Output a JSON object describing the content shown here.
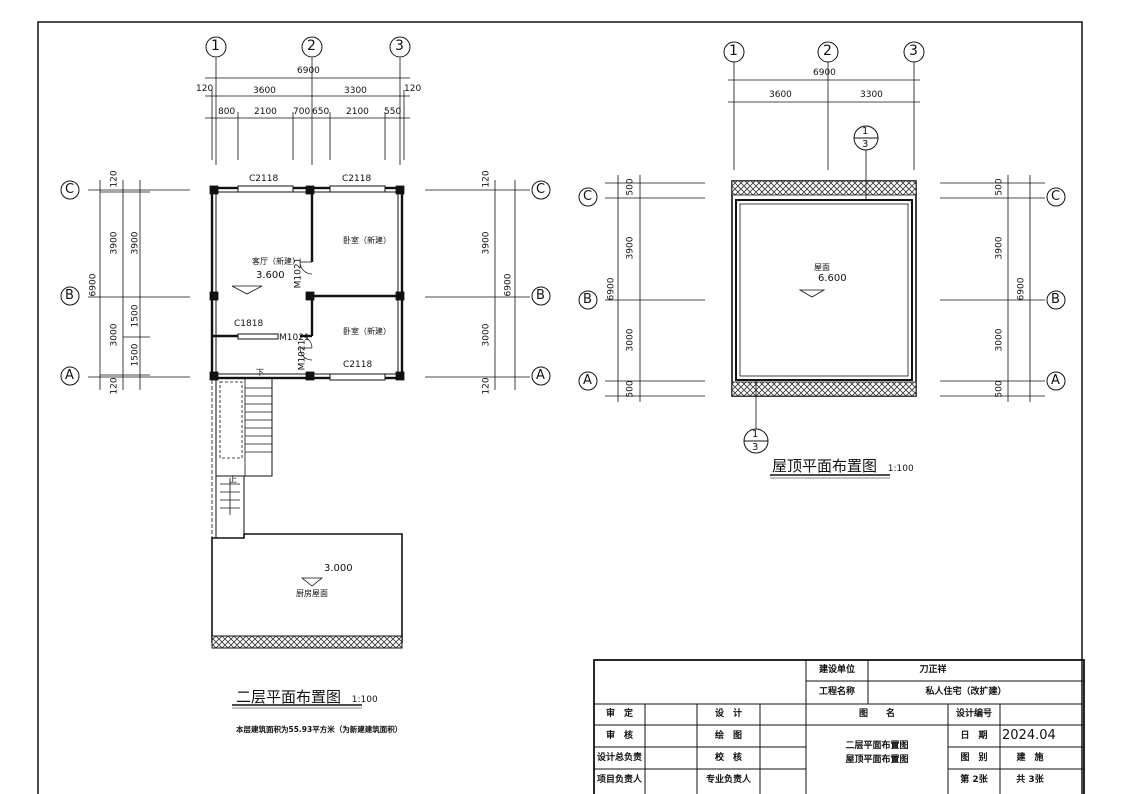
{
  "plan2": {
    "grid_x": [
      "1",
      "2",
      "3"
    ],
    "grid_y": [
      "C",
      "B",
      "A"
    ],
    "dims_total_x": "6900",
    "dims_bays_x": [
      "3600",
      "3300"
    ],
    "dims_edge_x": [
      "120",
      "120"
    ],
    "dims_openings_x": [
      "800",
      "2100",
      "700",
      "650",
      "2100",
      "550"
    ],
    "dims_left_outer": "6900",
    "dims_left_mid": [
      "120",
      "3900",
      "3000",
      "120"
    ],
    "dims_left_inner": [
      "3900",
      "1500",
      "1500"
    ],
    "dims_right_mid": [
      "120",
      "3900",
      "3000",
      "120"
    ],
    "dims_right_outer": "6900",
    "windows": [
      "C2118",
      "C2118",
      "C1818",
      "C2118"
    ],
    "doors": [
      "M1021",
      "M1021",
      "M1021"
    ],
    "rooms": {
      "living": "客厅（新建）",
      "bedroom1": "卧室（新建）",
      "bedroom2": "卧室（新建）",
      "kitchen_roof": "厨房屋面"
    },
    "levels": [
      "3.600",
      "3.000"
    ],
    "stair_down": "下",
    "stair_up": "上",
    "title": "二层平面布置图",
    "scale": "1:100",
    "note": "本层建筑面积为55.93平方米（为新建建筑面积）"
  },
  "roof": {
    "grid_x": [
      "1",
      "2",
      "3"
    ],
    "grid_y": [
      "C",
      "B",
      "A"
    ],
    "dims_total_x": "6900",
    "dims_bays_x": [
      "3600",
      "3300"
    ],
    "dims_left": [
      "500",
      "3900",
      "3000",
      "500"
    ],
    "dims_left_outer": "6900",
    "dims_right": [
      "500",
      "3900",
      "3000",
      "500"
    ],
    "dims_right_outer": "6900",
    "section_top": [
      "1",
      "3"
    ],
    "section_bottom": [
      "1",
      "3"
    ],
    "room": "屋面",
    "level": "6.600",
    "title": "屋顶平面布置图",
    "scale": "1:100"
  },
  "title_block": {
    "owner_label": "建设单位",
    "owner_value": "刀正祥",
    "project_label": "工程名称",
    "project_value": "私人住宅（改扩建）",
    "approve": "审　定",
    "design": "设　计",
    "drawing_name_label": "图　　名",
    "design_no": "设计编号",
    "review": "审　核",
    "draw": "绘　图",
    "date_label": "日　期",
    "date_value": "2024.04",
    "chief": "设计总负责",
    "check": "校　核",
    "category_label": "图　别",
    "category_value": "建　施",
    "pm": "项目负责人",
    "discipline": "专业负责人",
    "sheet_no": "第 2张",
    "sheet_total": "共 3张",
    "drawing_names": [
      "二层平面布置图",
      "屋顶平面布置图"
    ]
  }
}
